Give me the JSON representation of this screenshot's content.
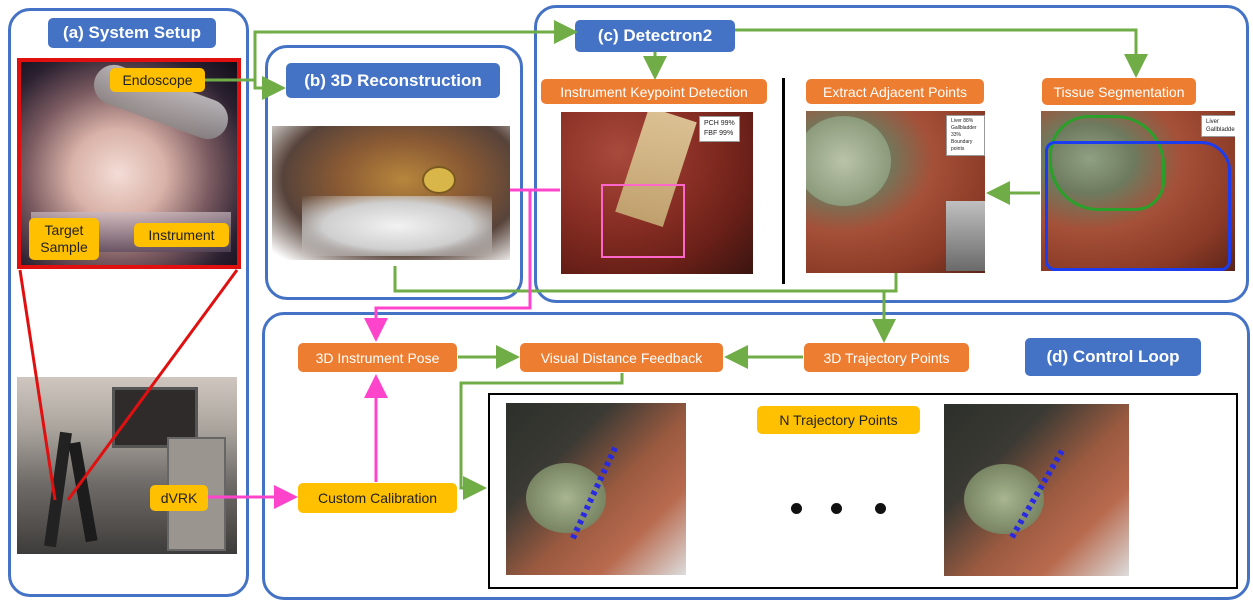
{
  "panels": {
    "system_setup": {
      "title": "(a) System Setup"
    },
    "reconstruction": {
      "title": "(b) 3D Reconstruction"
    },
    "detectron": {
      "title": "(c) Detectron2"
    },
    "control_loop": {
      "title": "(d) Control Loop"
    }
  },
  "setup_labels": {
    "endoscope": "Endoscope",
    "target_sample": "Target\nSample",
    "instrument": "Instrument",
    "dvrk": "dVRK"
  },
  "detectron_steps": {
    "keypoint": "Instrument Keypoint Detection",
    "adjacent": "Extract Adjacent Points",
    "segmentation": "Tissue Segmentation"
  },
  "legends": {
    "keypoint": [
      "PCH 99%",
      "FBF 99%"
    ],
    "adjacent": [
      "Liver 88%",
      "Gallbladder 33%",
      "Boundary points"
    ],
    "segmentation": [
      "Liver",
      "Gallbladder"
    ]
  },
  "control": {
    "pose": "3D Instrument Pose",
    "feedback": "Visual Distance Feedback",
    "trajectory": "3D Trajectory Points",
    "calibration": "Custom Calibration",
    "n_points": "N Trajectory Points"
  },
  "colors": {
    "panel_border": "#4472c4",
    "arrow_green": "#70ad47",
    "arrow_magenta": "#ff44cc",
    "box_orange": "#ed7d31",
    "box_yellow": "#ffc000",
    "red_frame": "#e01010"
  }
}
